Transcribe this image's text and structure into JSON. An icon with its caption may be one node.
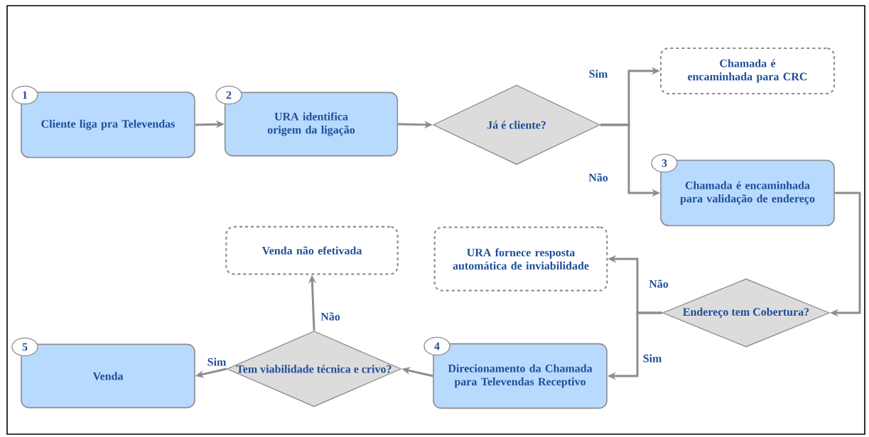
{
  "diagram": {
    "nodes": [
      {
        "text": [
          "1",
          "Cliente liga pra Televendas"
        ]
      },
      {
        "text": [
          "2",
          "URA identifica origem da ligação"
        ]
      },
      {
        "text": [
          "Já é cliente?"
        ]
      },
      {
        "text": [
          "Chamada é encaminhada para CRC"
        ]
      },
      {
        "text": [
          "3",
          "Chamada é encaminhada para validação de endereço"
        ]
      },
      {
        "text": [
          "Endereço tem Cobertura?"
        ]
      },
      {
        "text": [
          "URA fornece resposta automática de inviabilidade"
        ]
      },
      {
        "text": [
          "4",
          "Direcionamento da Chamada para Televendas Receptivo"
        ]
      },
      {
        "text": [
          "Tem viabilidade técnica e crivo?"
        ]
      },
      {
        "text": [
          "Venda não efetivada"
        ]
      },
      {
        "text": [
          "5",
          "Venda"
        ]
      }
    ],
    "edges": [
      {
        "from": 0,
        "to": 1,
        "arrow": "to"
      },
      {
        "from": 1,
        "to": 2,
        "arrow": "to"
      },
      {
        "from": 2,
        "to": 3,
        "arrow": "to",
        "label": "Sim"
      },
      {
        "from": 2,
        "to": 4,
        "arrow": "to",
        "label": "Não"
      },
      {
        "from": 4,
        "to": 5,
        "arrow": "to"
      },
      {
        "from": 5,
        "to": 6,
        "arrow": "to",
        "label": "Não"
      },
      {
        "from": 5,
        "to": 7,
        "arrow": "to",
        "label": "Sim"
      },
      {
        "from": 7,
        "to": 8,
        "arrow": "to"
      },
      {
        "from": 8,
        "to": 9,
        "arrow": "to",
        "label": "Não"
      },
      {
        "from": 8,
        "to": 10,
        "arrow": "to",
        "label": "Sim"
      }
    ]
  }
}
